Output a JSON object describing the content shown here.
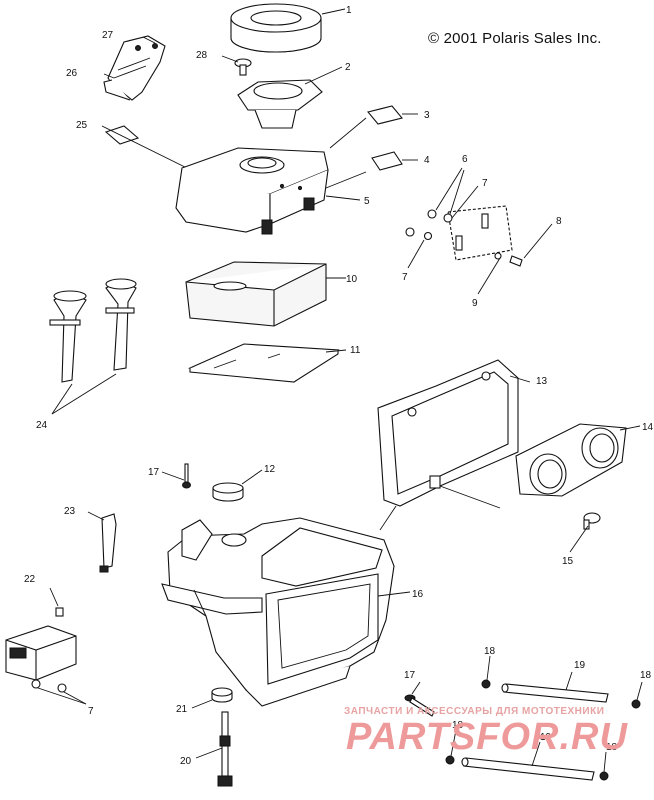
{
  "copyright": "© 2001 Polaris Sales Inc.",
  "callouts": {
    "c1": "1",
    "c2": "2",
    "c3": "3",
    "c4": "4",
    "c5": "5",
    "c6": "6",
    "c7a": "7",
    "c7b": "7",
    "c7c": "7",
    "c8": "8",
    "c9": "9",
    "c10": "10",
    "c11": "11",
    "c12": "12",
    "c13": "13",
    "c14": "14",
    "c15": "15",
    "c16": "16",
    "c17a": "17",
    "c17b": "17",
    "c18a": "18",
    "c18b": "18",
    "c18c": "18",
    "c18d": "18",
    "c19a": "19",
    "c19b": "19",
    "c20": "20",
    "c21": "21",
    "c22": "22",
    "c23": "23",
    "c24": "24",
    "c25": "25",
    "c26": "26",
    "c27": "27",
    "c28": "28"
  },
  "watermark": {
    "top": "ЗАПЧАСТИ И АКСЕССУАРЫ ДЛЯ МОТОТЕХНИКИ",
    "main": "PARTSFOR.RU"
  }
}
